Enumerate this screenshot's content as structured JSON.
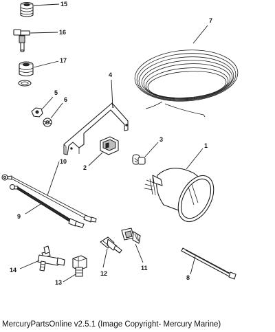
{
  "diagram": {
    "part_numbers": [
      "1",
      "2",
      "3",
      "4",
      "5",
      "6",
      "7",
      "8",
      "9",
      "10",
      "11",
      "12",
      "13",
      "14",
      "15",
      "16",
      "17"
    ]
  },
  "footer": {
    "caption": "MercuryPartsOnline v2.5.1 (Image Copyright- Mercury Marine)"
  }
}
